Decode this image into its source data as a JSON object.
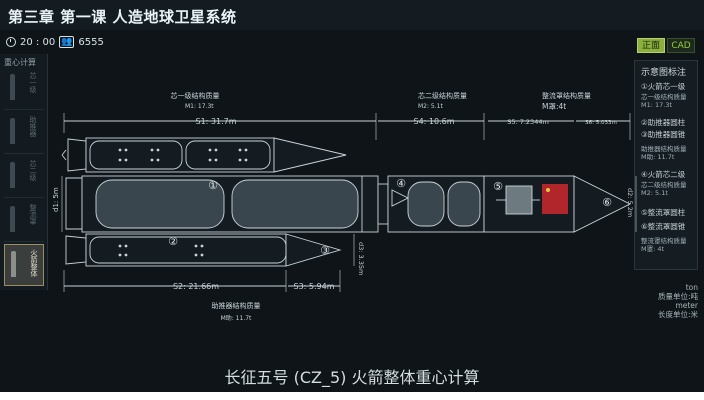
{
  "window": {
    "title": "第三章 第一课 人造地球卫星系统"
  },
  "status": {
    "time": "20 : 00",
    "users_count": "6555",
    "clock_icon": "clock-icon",
    "people_icon": "people-icon"
  },
  "left_panel": {
    "title": "重心计算",
    "tabs": [
      {
        "label": "芯一级",
        "active": false
      },
      {
        "label": "助推器",
        "active": false
      },
      {
        "label": "芯二级",
        "active": false
      },
      {
        "label": "整流罩",
        "active": false
      },
      {
        "label": "火箭整体",
        "active": true
      }
    ]
  },
  "mode_toggle": {
    "primary": "正面",
    "secondary": "CAD"
  },
  "legend": {
    "title": "示意图标注",
    "items": [
      {
        "label": "①火箭芯一级",
        "sub": "芯一级结构质量\nM1:  17.3t"
      },
      {
        "label": "②助推器圆柱",
        "sub": ""
      },
      {
        "label": "③助推器圆锥",
        "sub": "助推器结构质量\nM助:  11.7t"
      },
      {
        "label": "④火箭芯二级",
        "sub": "芯二级结构质量\nM2:  5.1t"
      },
      {
        "label": "⑤整流罩圆柱",
        "sub": ""
      },
      {
        "label": "⑥整流罩圆锥",
        "sub": "整流罩结构质量\nM罩:  4t"
      }
    ]
  },
  "diagram": {
    "mass_labels": {
      "core1": {
        "title": "芯一级结构质量",
        "value": "M1: 17.3t"
      },
      "core2": {
        "title": "芯二级结构质量",
        "value": "M2: 5.1t"
      },
      "fairing": {
        "title": "整流罩结构质量",
        "value": "M罩:4t"
      },
      "booster": {
        "title": "助推器结构质量",
        "value": "M助: 11.7t"
      }
    },
    "dimensions": {
      "s1": "S1: 31.7m",
      "s4": "S4: 10.6m",
      "s5": "S5: 7.2344m",
      "s6": "S6: 5.033m",
      "s2": "S2: 21.66m",
      "s3": "S3: 5.94m",
      "d1": "d1: 5m",
      "d2": "d2: 5.2m",
      "d3": "d3: 3.35m"
    },
    "markers": [
      "①",
      "②",
      "③",
      "④",
      "⑤",
      "⑥"
    ]
  },
  "units": {
    "mass_unit_value": "ton",
    "mass_unit_label": "质量单位:吨",
    "length_unit_value": "meter",
    "length_unit_label": "长度单位:米"
  },
  "caption": "长征五号 (CZ_5)  火箭整体重心计算",
  "colors": {
    "background": "#0e1418",
    "line": "#c8d4d9",
    "accent": "#8bb03d",
    "flag": "#b0262b"
  }
}
